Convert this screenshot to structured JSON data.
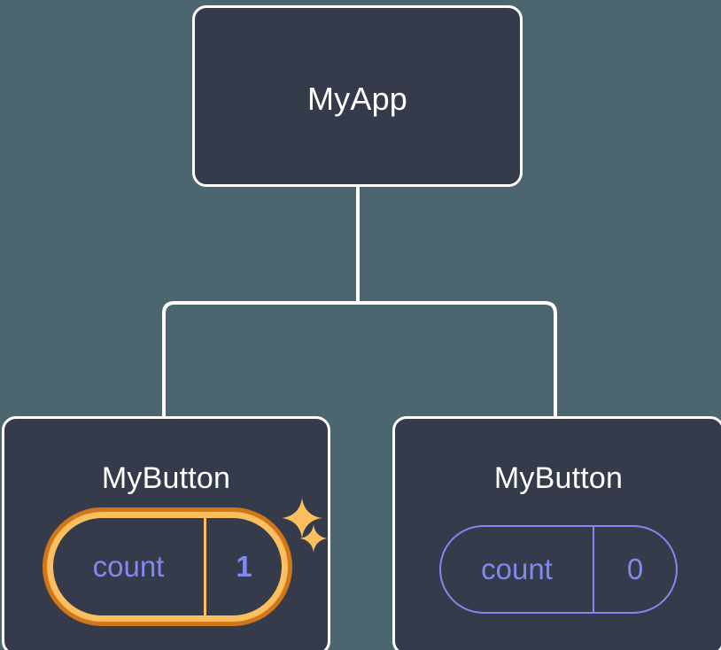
{
  "diagram": {
    "type": "component-tree",
    "background_color": "#4c6670",
    "node_fill_color": "#353b4a",
    "node_border_color": "#ffffff",
    "connector_color": "#ffffff",
    "accent_highlight_color": "#fbbf60",
    "accent_highlight_outer_color": "#d2761a",
    "state_text_color": "#8288f0",
    "root": {
      "title": "MyApp"
    },
    "children": [
      {
        "title": "MyButton",
        "state": {
          "key": "count",
          "value": "1"
        },
        "highlighted": true,
        "sparkles": [
          "sparkle-large-icon",
          "sparkle-small-icon"
        ]
      },
      {
        "title": "MyButton",
        "state": {
          "key": "count",
          "value": "0"
        },
        "highlighted": false,
        "sparkles": []
      }
    ]
  }
}
